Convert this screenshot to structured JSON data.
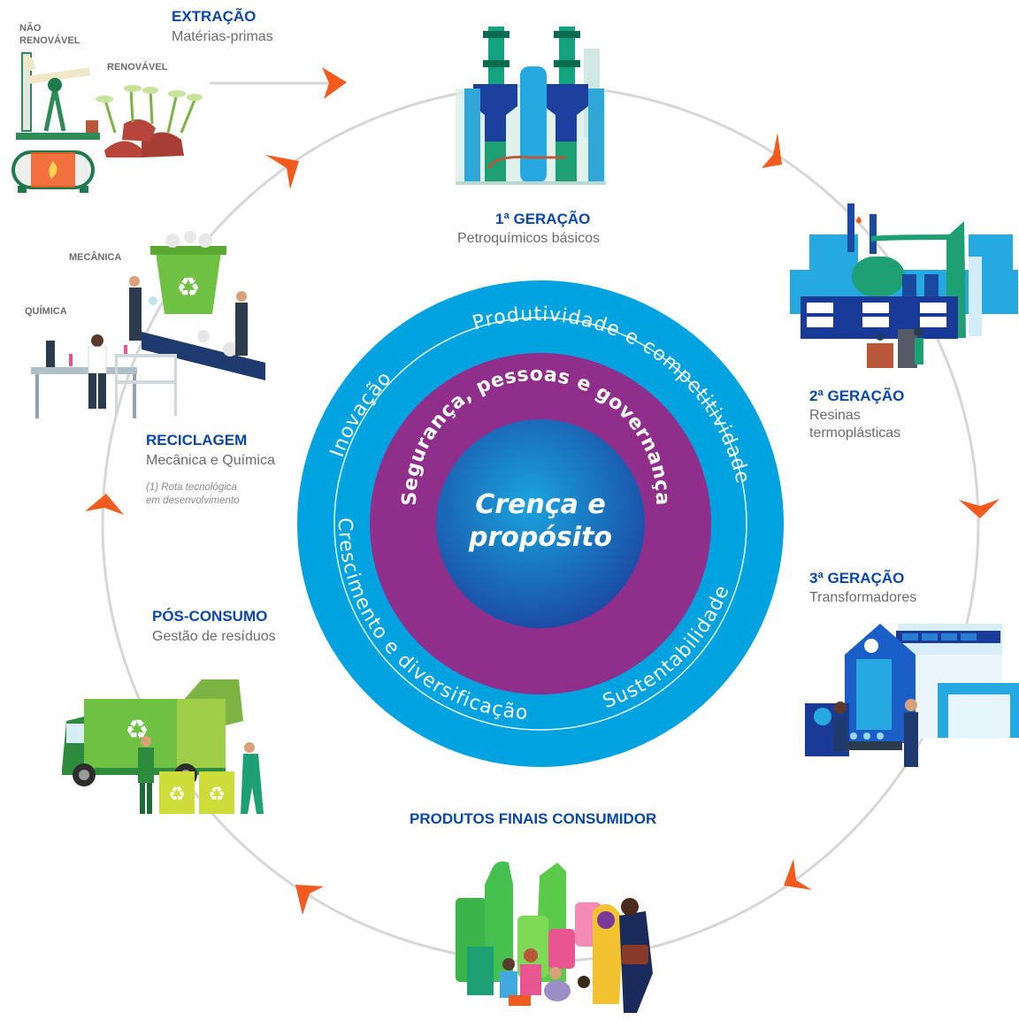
{
  "colors": {
    "title_blue": "#0a47a9",
    "ring_outer": "#00a3e0",
    "ring_middle": "#8f2f8b",
    "core_light": "#1aa4dc",
    "core_dark": "#1b3f9e",
    "arrow_orange": "#f25a1e",
    "cycle_line": "#d6d6d6",
    "sub_gray": "#6b6b6b"
  },
  "extraction": {
    "title": "EXTRAÇÃO",
    "subtitle": "Matérias-primas",
    "non_renewable": [
      "NÃO",
      "RENOVÁVEL"
    ],
    "renewable": "RENOVÁVEL"
  },
  "gen1": {
    "title": "1ª GERAÇÃO",
    "subtitle": "Petroquímicos básicos"
  },
  "gen2": {
    "title": "2ª GERAÇÃO",
    "subtitle_line1": "Resinas",
    "subtitle_line2": "termoplásticas"
  },
  "gen3": {
    "title": "3ª GERAÇÃO",
    "subtitle": "Transformadores"
  },
  "final_products": {
    "title": "PRODUTOS FINAIS CONSUMIDOR"
  },
  "post_consumer": {
    "title": "PÓS-CONSUMO",
    "subtitle": "Gestão de resíduos"
  },
  "recycling": {
    "title": "RECICLAGEM",
    "subtitle": "Mecânica e Química",
    "note_line1": "(1) Rota tecnológica",
    "note_line2": "em desenvolvimento",
    "tag_mechanical": "MECÂNICA",
    "tag_chemical": "QUÍMICA"
  },
  "center": {
    "outer_top": "Produtividade e competitividade",
    "outer_left_top": "Inovação",
    "outer_bottom_left": "Crescimento e diversificação",
    "outer_bottom_right": "Sustentabilidade",
    "middle": "Segurança, pessoas e governança",
    "core_line1": "Crença e",
    "core_line2": "propósito"
  },
  "icons": [
    "oil-pump-icon",
    "sugarcane-icon",
    "gas-tank-icon",
    "refinery-icon",
    "resin-plant-icon",
    "factory-icon",
    "consumer-products-icon",
    "garbage-truck-icon",
    "recycling-bin-icon",
    "laboratory-icon"
  ]
}
